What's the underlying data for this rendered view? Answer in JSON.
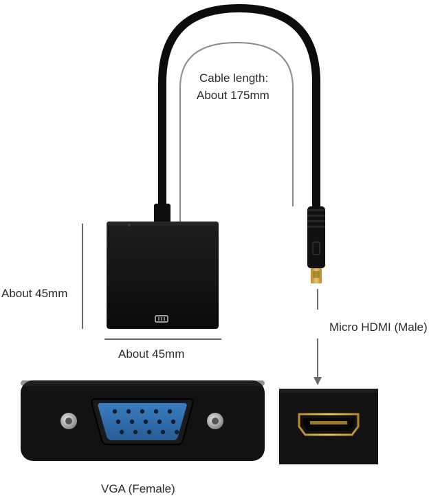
{
  "labels": {
    "cable_length_line1": "Cable length:",
    "cable_length_line2": "About 175mm",
    "height_dimension": "About 45mm",
    "width_dimension": "About 45mm",
    "micro_hdmi": "Micro HDMI (Male)",
    "vga": "VGA (Female)"
  },
  "colors": {
    "background": "#ffffff",
    "cable": "#0c0c0c",
    "body": "#121212",
    "vga_port": "#2f6fb0",
    "hdmi_gold": "#c9a23a",
    "dimension_line": "#7a7a7a",
    "text": "#2a2a2a"
  },
  "icons": {
    "port_indicator": "vga-port-icon"
  }
}
